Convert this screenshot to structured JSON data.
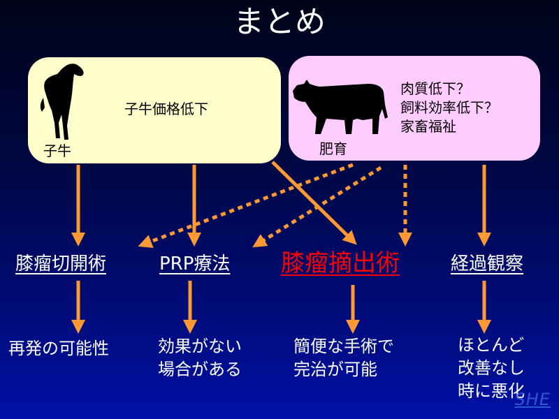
{
  "title": "まとめ",
  "colors": {
    "calf_box": "#ffffcc",
    "fattening_box": "#ffccff",
    "arrow": "#ff9933",
    "highlight": "#ff0000"
  },
  "calf_box": {
    "icon": "calf-silhouette-icon",
    "label": "子牛",
    "issue": "子牛価格低下"
  },
  "fattening_box": {
    "icon": "cattle-silhouette-icon",
    "label": "肥育",
    "issues": "肉質低下？\n飼料効率低下？\n家畜福祉"
  },
  "methods": [
    {
      "label": "膝瘤切開術",
      "outcome": "再発の可能性"
    },
    {
      "label": "PRP療法",
      "outcome": "効果がない\n場合がある"
    },
    {
      "label": "膝瘤摘出術",
      "outcome": "簡便な手術で\n完治が可能"
    },
    {
      "label": "経過観察",
      "outcome": "ほとんど\n改善なし\n時に悪化"
    }
  ],
  "watermark": "SHE"
}
